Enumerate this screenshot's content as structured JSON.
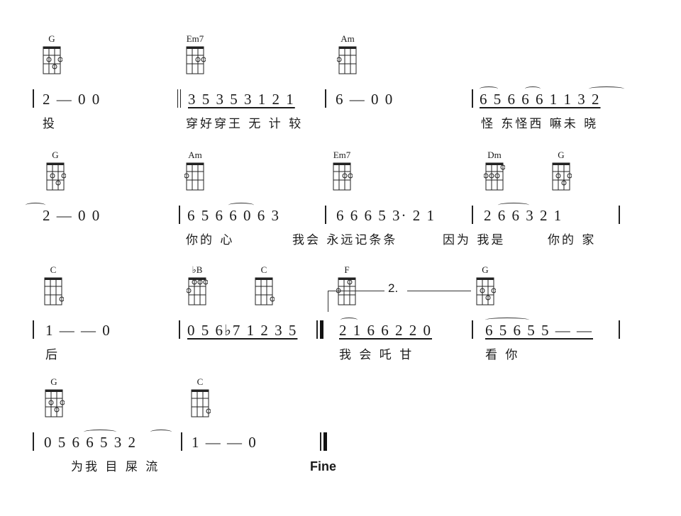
{
  "rows": [
    {
      "chords": [
        "G",
        "Em7",
        "Am"
      ],
      "bars": [
        {
          "notes": "2 — 0 0"
        },
        {
          "notes": "3 5 3 5 3 1 2 1"
        },
        {
          "notes": "6 — 0 0"
        },
        {
          "notes": "6 5 6 6 6 1 1 3 2"
        }
      ],
      "lyrics": [
        "投",
        "穿好穿王  无 计  较",
        "怪 东怪西  嘛未 晓"
      ]
    },
    {
      "chords": [
        "G",
        "Am",
        "Em7",
        "Dm",
        "G"
      ],
      "bars": [
        {
          "notes": "2 — 0 0"
        },
        {
          "notes": "6 5 6 6  0 6 3"
        },
        {
          "notes": "6 6 6 5 3·  2 1"
        },
        {
          "notes": "2 6 6  3 2  1"
        }
      ],
      "lyrics": [
        "你的 心",
        "我会  永远记条条",
        "因为  我是",
        "你的  家"
      ]
    },
    {
      "chords": [
        "C",
        "♭B",
        "C",
        "F",
        "G"
      ],
      "volta": "2.",
      "bars": [
        {
          "notes": "1 — — 0"
        },
        {
          "notes": "0 5 6♭7  1 2 3 5"
        },
        {
          "notes": "2 1 6 6 2 2  0"
        },
        {
          "notes": "6 5 6 5 5 — —"
        }
      ],
      "lyrics": [
        "后",
        "我 会 吒 甘",
        "看 你"
      ]
    },
    {
      "chords": [
        "G",
        "C"
      ],
      "bars": [
        {
          "notes": "0  5 6 6 5  3 2"
        },
        {
          "notes": "1 — — 0"
        }
      ],
      "lyrics": [
        "为我  目 屎  流"
      ]
    }
  ],
  "fine": "Fine"
}
